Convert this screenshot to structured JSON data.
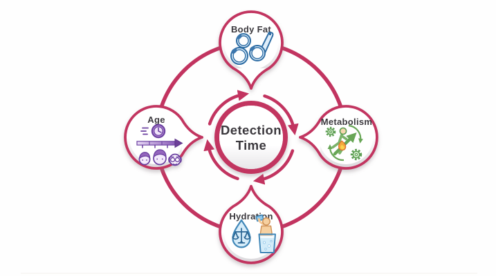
{
  "diagram": {
    "type": "cycle-infographic",
    "background": "#fefefe",
    "ring_color": "#c23460",
    "text_color": "#3a383d",
    "center": {
      "label_line1": "Detection",
      "label_line2": "Time"
    },
    "nodes": [
      {
        "label": "Body Fat",
        "position": "top",
        "icon": "fat-cells-caliper-icon",
        "accent": "#2e6da4"
      },
      {
        "label": "Metabolism",
        "position": "right",
        "icon": "runner-flame-gears-icon",
        "accent": "#5d9e52"
      },
      {
        "label": "Hydration",
        "position": "bottom",
        "icon": "water-drop-scale-glass-icon",
        "accent": "#3f87b8"
      },
      {
        "label": "Age",
        "position": "left",
        "icon": "clock-timeline-aging-icon",
        "accent": "#6b3fa0"
      }
    ]
  }
}
